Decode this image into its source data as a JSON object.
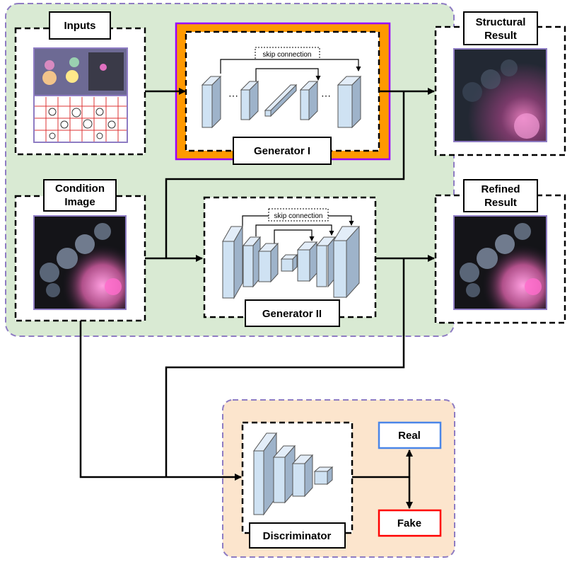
{
  "labels": {
    "inputs": "Inputs",
    "structural_result_1": "Structural",
    "structural_result_2": "Result",
    "condition_image_1": "Condition",
    "condition_image_2": "Image",
    "refined_result_1": "Refined",
    "refined_result_2": "Result",
    "generator_1": "Generator I",
    "generator_2": "Generator II",
    "discriminator": "Discriminator",
    "real": "Real",
    "fake": "Fake",
    "skip_connection_1": "skip connection",
    "skip_connection_2": "skip connection"
  },
  "colors": {
    "green_panel": "#d9ead3",
    "orange_panel": "#fce5cd",
    "dashed_border": "#8e7cc3",
    "generator1_frame": "#ff9900",
    "generator1_outline": "#9900ff",
    "real_border": "#4a86e8",
    "fake_border": "#ff0000",
    "block_fill": "#cfe2f3"
  }
}
